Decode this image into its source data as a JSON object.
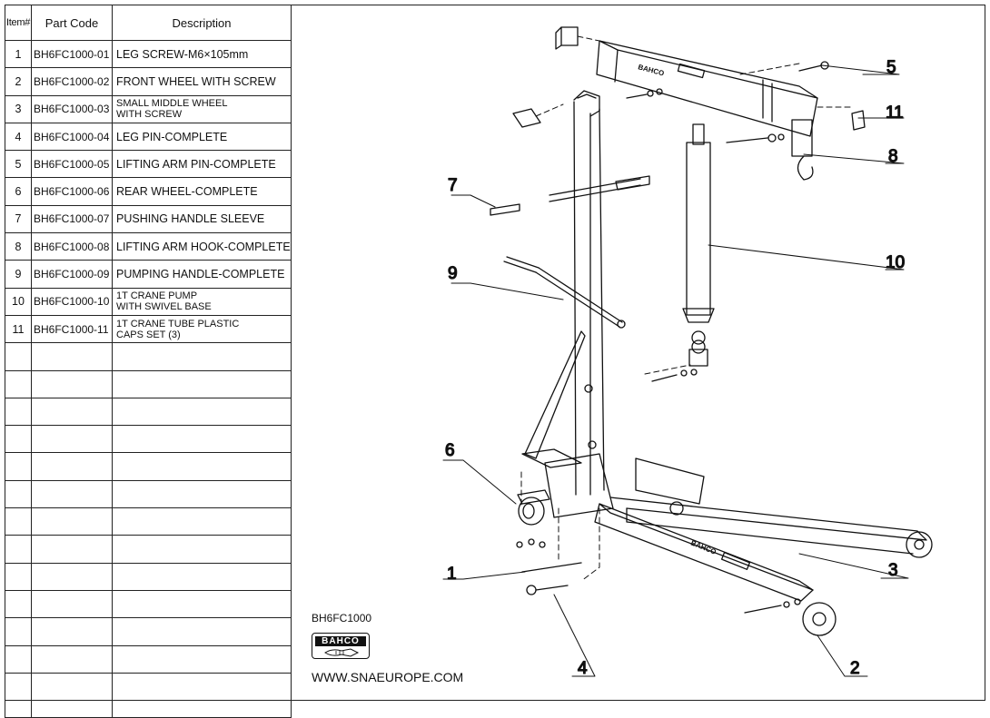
{
  "table": {
    "headers": {
      "item": "Item#",
      "code": "Part Code",
      "description": "Description"
    },
    "rows": [
      {
        "item": "1",
        "code": "BH6FC1000-01",
        "description": "LEG SCREW-M6×105mm"
      },
      {
        "item": "2",
        "code": "BH6FC1000-02",
        "description": "FRONT WHEEL WITH SCREW"
      },
      {
        "item": "3",
        "code": "BH6FC1000-03",
        "description": "SMALL MIDDLE WHEEL\nWITH SCREW"
      },
      {
        "item": "4",
        "code": "BH6FC1000-04",
        "description": "LEG PIN-COMPLETE"
      },
      {
        "item": "5",
        "code": "BH6FC1000-05",
        "description": "LIFTING ARM PIN-COMPLETE"
      },
      {
        "item": "6",
        "code": "BH6FC1000-06",
        "description": "REAR WHEEL-COMPLETE"
      },
      {
        "item": "7",
        "code": "BH6FC1000-07",
        "description": "PUSHING HANDLE SLEEVE"
      },
      {
        "item": "8",
        "code": "BH6FC1000-08",
        "description": "LIFTING ARM HOOK-COMPLETE"
      },
      {
        "item": "9",
        "code": "BH6FC1000-09",
        "description": "PUMPING HANDLE-COMPLETE"
      },
      {
        "item": "10",
        "code": "BH6FC1000-10",
        "description": "1T CRANE PUMP\nWITH SWIVEL BASE"
      },
      {
        "item": "11",
        "code": "BH6FC1000-11",
        "description": "1T CRANE TUBE PLASTIC\nCAPS SET (3)"
      }
    ],
    "empty_rows": 13
  },
  "footer": {
    "model": "BH6FC1000",
    "brand": "BAHCO",
    "website": "WWW.SNAEUROPE.COM"
  },
  "diagram": {
    "frame_brand": "BAHCO",
    "callouts": [
      "1",
      "2",
      "3",
      "4",
      "5",
      "6",
      "7",
      "8",
      "9",
      "10",
      "11"
    ]
  }
}
